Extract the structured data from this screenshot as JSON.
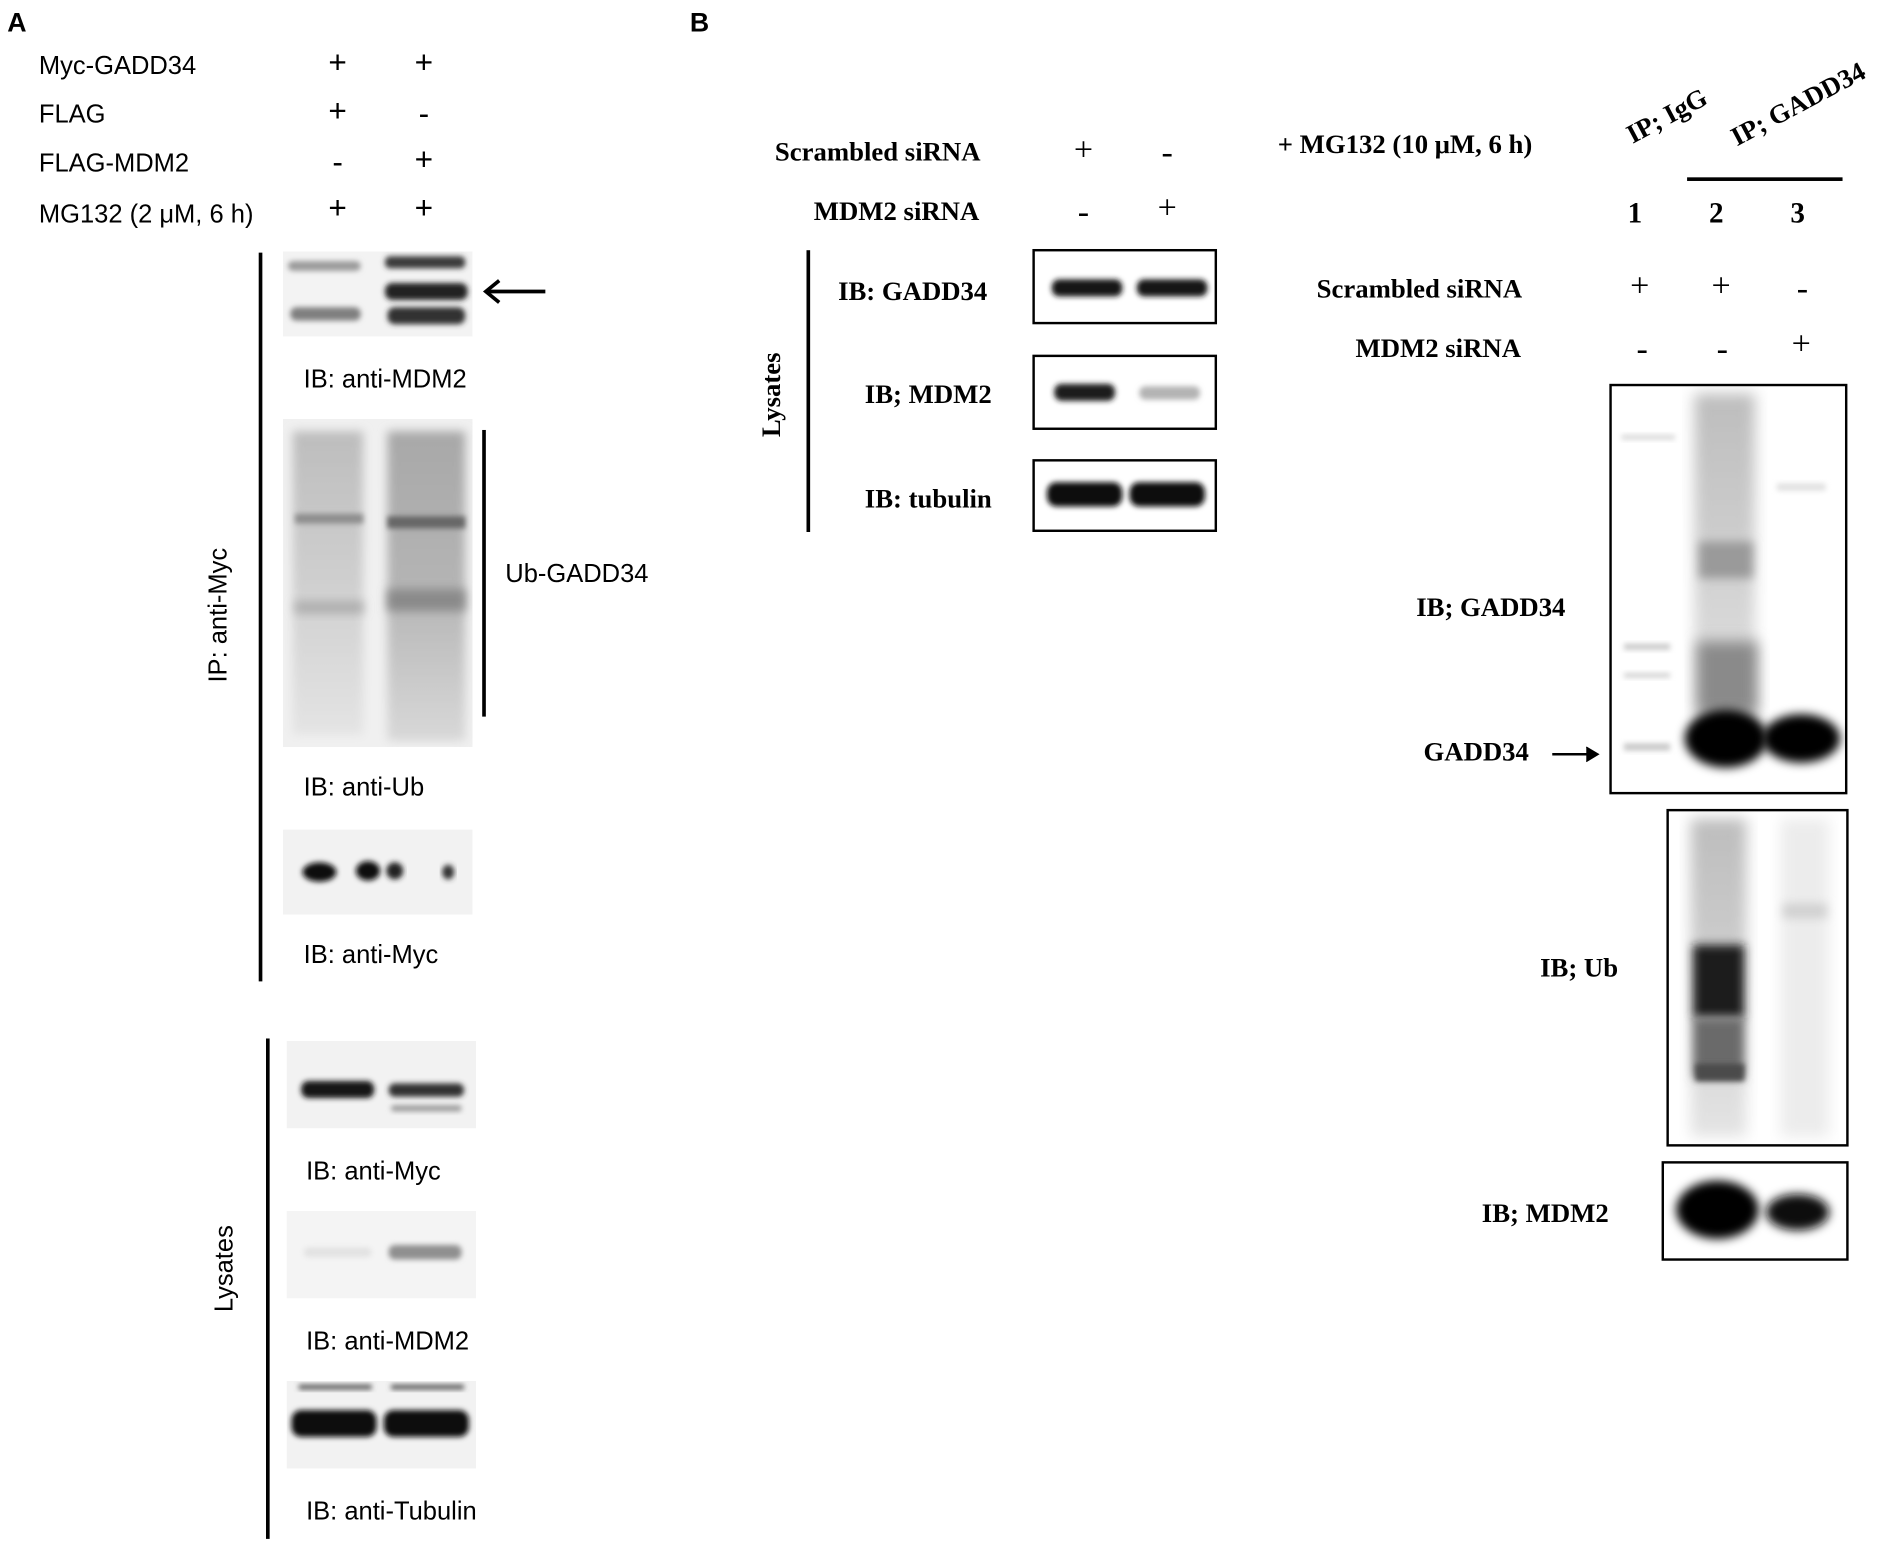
{
  "panel_a": {
    "letter": "A",
    "conditions": [
      {
        "label": "Myc-GADD34",
        "lanes": [
          "+",
          "+"
        ]
      },
      {
        "label": "FLAG",
        "lanes": [
          "+",
          "-"
        ]
      },
      {
        "label": "FLAG-MDM2",
        "lanes": [
          "-",
          "+"
        ]
      },
      {
        "label": "MG132 (2 μM, 6 h)",
        "lanes": [
          "+",
          "+"
        ]
      }
    ],
    "ip_group_label": "IP: anti-Myc",
    "lysates_group_label": "Lysates",
    "blot_labels": {
      "ip_mdm2": "IB: anti-MDM2",
      "ip_ub": "IB: anti-Ub",
      "ip_myc": "IB: anti-Myc",
      "lys_myc": "IB: anti-Myc",
      "lys_mdm2": "IB: anti-MDM2",
      "lys_tubulin": "IB: anti-Tubulin"
    },
    "ub_bracket_label": "Ub-GADD34"
  },
  "panel_b": {
    "letter": "B",
    "left": {
      "conditions": [
        {
          "label": "Scrambled siRNA",
          "lanes": [
            "+",
            "-"
          ]
        },
        {
          "label": "MDM2 siRNA",
          "lanes": [
            "-",
            "+"
          ]
        }
      ],
      "group_label": "Lysates",
      "blot_labels": {
        "gadd34": "IB: GADD34",
        "mdm2": "IB; MDM2",
        "tubulin": "IB: tubulin"
      }
    },
    "right": {
      "treatment": "+ MG132 (10 μM, 6 h)",
      "ip_igg": "IP; IgG",
      "ip_gadd34": "IP; GADD34",
      "lane_numbers": [
        "1",
        "2",
        "3"
      ],
      "conditions": [
        {
          "label": "Scrambled siRNA",
          "lanes": [
            "+",
            "+",
            "-"
          ]
        },
        {
          "label": "MDM2 siRNA",
          "lanes": [
            "-",
            "-",
            "+"
          ]
        }
      ],
      "blot_labels": {
        "gadd34": "IB; GADD34",
        "gadd34_band": "GADD34",
        "ub": "IB; Ub",
        "mdm2": "IB; MDM2"
      }
    }
  }
}
